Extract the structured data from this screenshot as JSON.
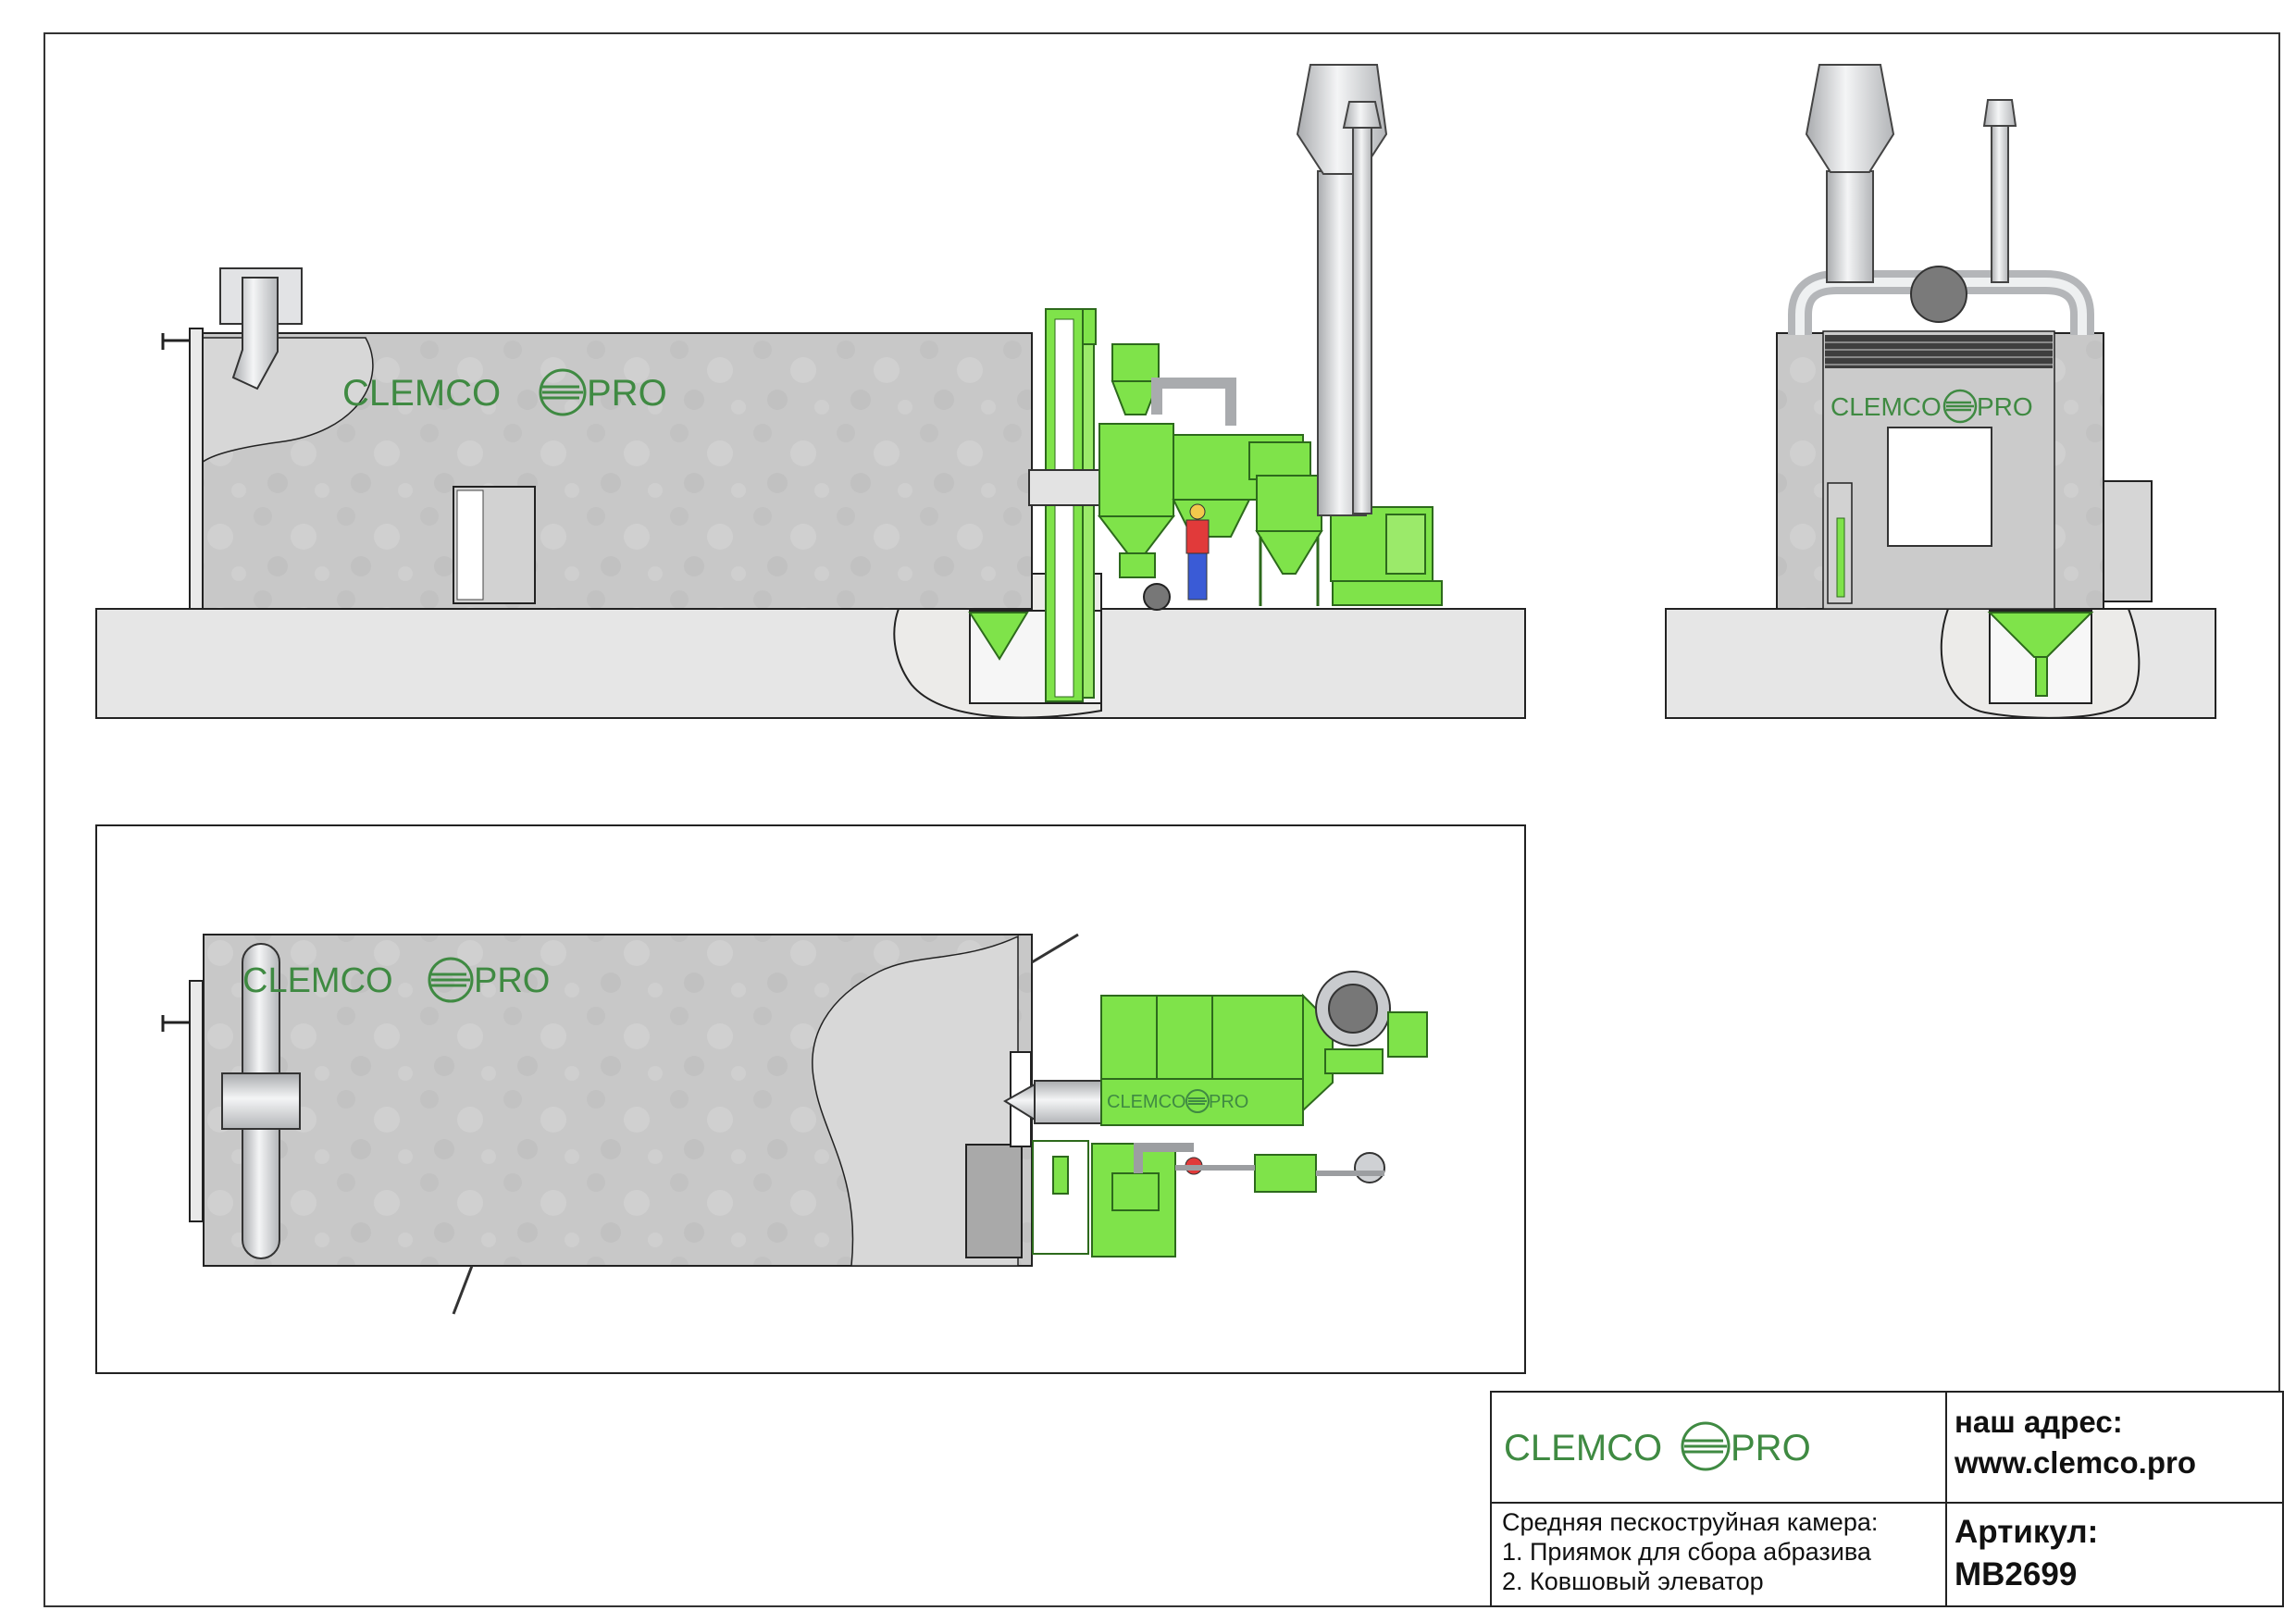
{
  "brand": {
    "name_left": "CLEMCO",
    "name_right": "PRO",
    "green": "#3f8a42"
  },
  "colors": {
    "panel_gray": "#c9c9c9",
    "equipment_green": "#7fe34a",
    "green_dark": "#3d9a2a",
    "steel": "#d3d5d8",
    "base_fill": "#e7e7e7"
  },
  "title_block": {
    "address_label": "наш адрес:",
    "website": "www.clemco.pro",
    "description": [
      "Средняя пескоструйная камера:",
      "1. Приямок для сбора абразива",
      "2. Ковшовый элеватор"
    ],
    "article_label": "Артикул:",
    "article_value": "MB2699"
  }
}
